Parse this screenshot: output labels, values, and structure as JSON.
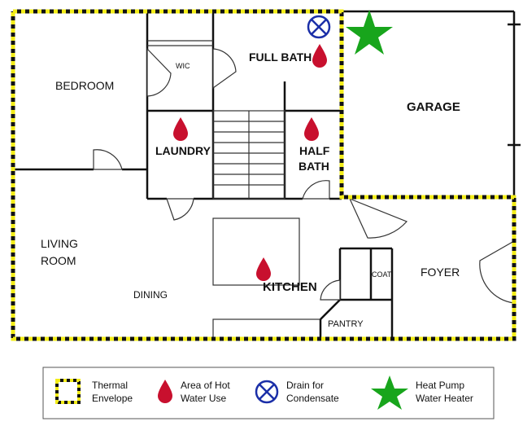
{
  "rooms": {
    "bedroom": "BEDROOM",
    "wic": "WIC",
    "full_bath": "FULL BATH",
    "garage": "GARAGE",
    "laundry": "LAUNDRY",
    "half_bath_line1": "HALF",
    "half_bath_line2": "BATH",
    "living_line1": "LIVING",
    "living_line2": "ROOM",
    "dining": "DINING",
    "kitchen": "KITCHEN",
    "coat": "COAT",
    "foyer": "FOYER",
    "pantry": "PANTRY"
  },
  "legend": {
    "thermal_line1": "Thermal",
    "thermal_line2": "Envelope",
    "hot_water_line1": "Area of Hot",
    "hot_water_line2": "Water Use",
    "drain_line1": "Drain for",
    "drain_line2": "Condensate",
    "hpwh_line1": "Heat Pump",
    "hpwh_line2": "Water Heater"
  },
  "colors": {
    "envelope_yellow": "#f2ec19",
    "water_drop": "#c8102e",
    "drain_blue": "#1b2fa8",
    "star_green": "#18a51c"
  }
}
